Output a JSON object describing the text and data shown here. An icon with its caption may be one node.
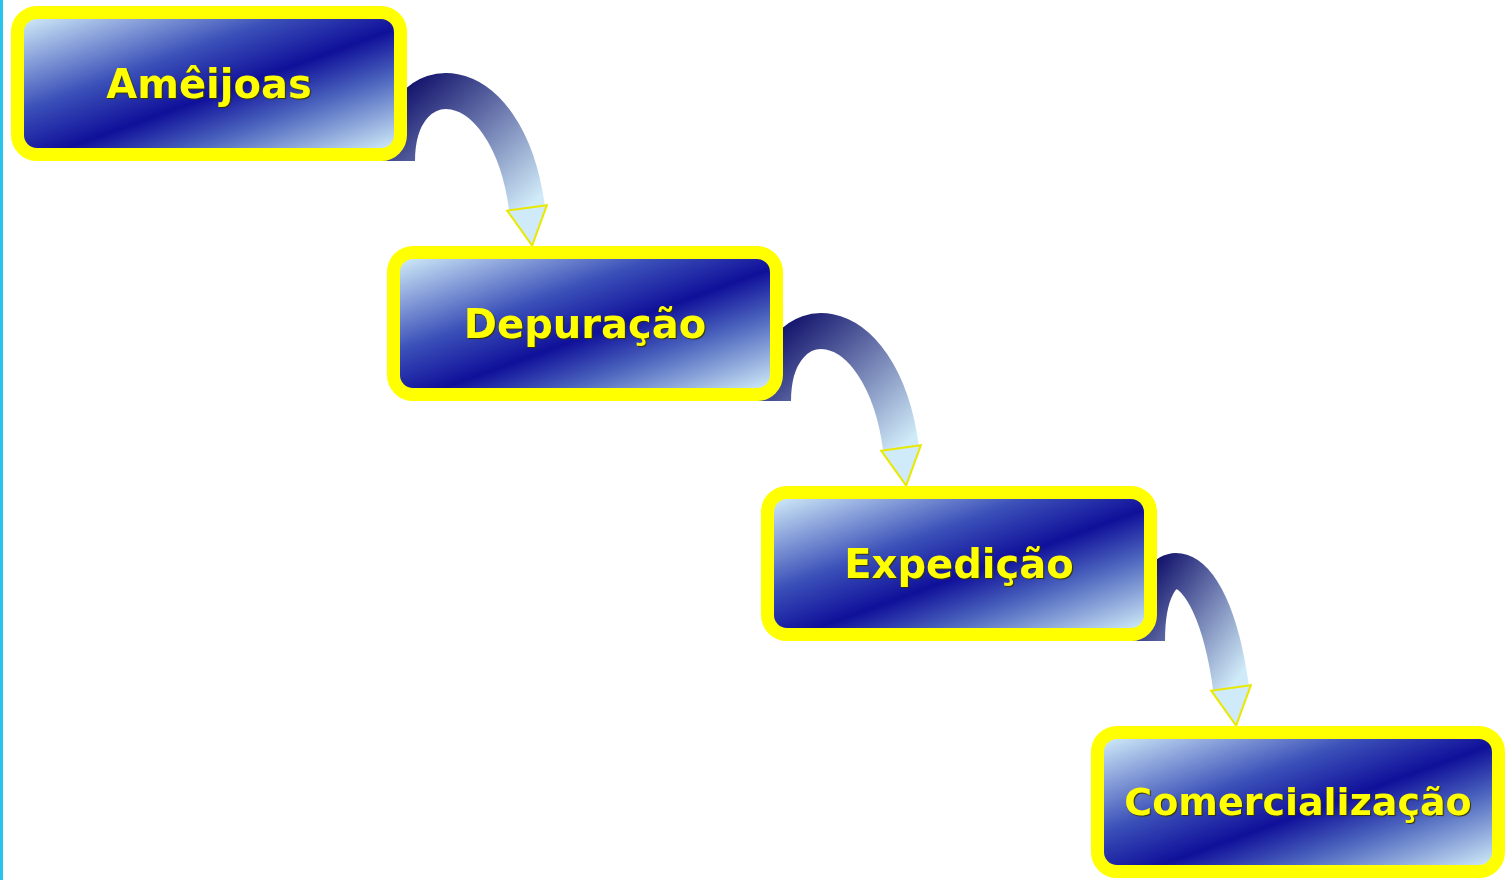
{
  "diagram": {
    "nodes": [
      {
        "text": [
          "Amêijoas"
        ]
      },
      {
        "text": [
          "Depuração"
        ]
      },
      {
        "text": [
          "Expedição"
        ]
      },
      {
        "text": [
          "Comercialização"
        ]
      }
    ],
    "edges": [
      {
        "from": 0,
        "to": 1,
        "arrow": "to"
      },
      {
        "from": 1,
        "to": 2,
        "arrow": "to"
      },
      {
        "from": 2,
        "to": 3,
        "arrow": "to"
      }
    ]
  }
}
